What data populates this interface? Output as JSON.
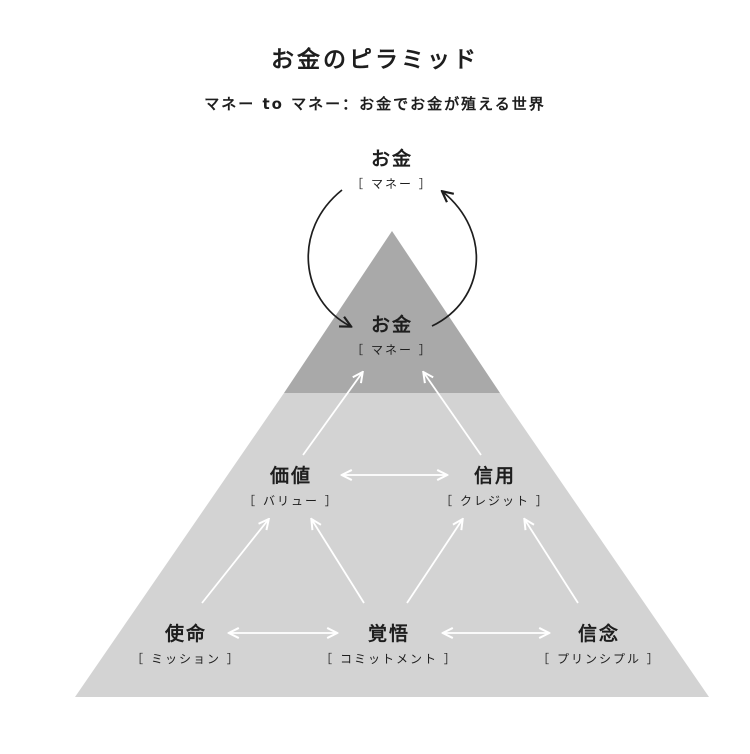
{
  "title": "お金のピラミッド",
  "subtitle": "マネー to マネー：お金でお金が殖える世界",
  "nodes": {
    "top_outer": {
      "name": "お金",
      "sub": "［ マネー ］"
    },
    "apex": {
      "name": "お金",
      "sub": "［ マネー ］"
    },
    "value": {
      "name": "価値",
      "sub": "［ バリュー ］"
    },
    "credit": {
      "name": "信用",
      "sub": "［ クレジット ］"
    },
    "mission": {
      "name": "使命",
      "sub": "［ ミッション ］"
    },
    "commitment": {
      "name": "覚悟",
      "sub": "［ コミットメント ］"
    },
    "belief": {
      "name": "信念",
      "sub": "［ プリンシプル ］"
    }
  },
  "colors": {
    "pyramid_top": "#a9a9a9",
    "pyramid_body": "#d3d3d3",
    "arrow_inside": "#ffffff",
    "arrow_cycle": "#1e1e1e",
    "text": "#1e1e1e"
  }
}
